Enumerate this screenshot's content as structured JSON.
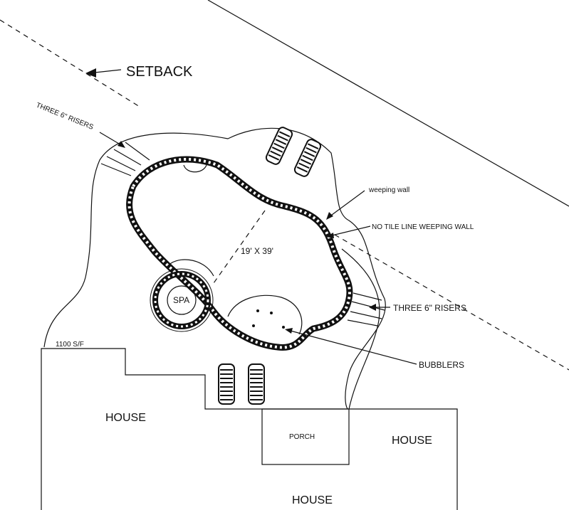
{
  "labels": {
    "setback": "SETBACK",
    "risers_top": "THREE 6\" RISERS",
    "risers_right": "THREE 6\" RISERS",
    "weeping_wall": "weeping wall",
    "no_tile_line": "NO TILE LINE WEEPING WALL",
    "pool_dimensions": "19' X 39'",
    "spa": "SPA",
    "area": "1100 S/F",
    "bubblers": "BUBBLERS",
    "house_left": "HOUSE",
    "porch": "PORCH",
    "house_right": "HOUSE",
    "house_bottom": "HOUSE"
  }
}
